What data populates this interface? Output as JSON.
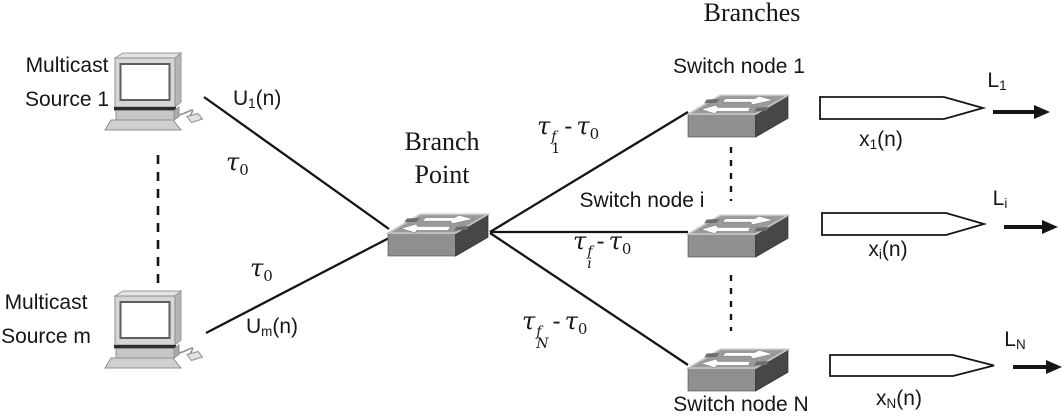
{
  "title": "Branches",
  "colors": {
    "line": "#151515",
    "fill_white": "#ffffff",
    "switch_gray": "#9a9a9a",
    "switch_dark": "#4a4a4a",
    "pc_gray": "#d6d6d6"
  },
  "sources": [
    {
      "name_line1": "Multicast",
      "name_line2": "Source 1",
      "signal": {
        "pre": "U",
        "sub": "1",
        "post": "(n)"
      },
      "delay": {
        "tau": "τ",
        "sub": "0"
      }
    },
    {
      "name_line1": "Multicast",
      "name_line2": "Source m",
      "signal": {
        "pre": "U",
        "sub": "m",
        "post": "(n)"
      },
      "delay": {
        "tau": "τ",
        "sub": "0"
      }
    }
  ],
  "branch_point": {
    "name_line1": "Branch",
    "name_line2": "Point"
  },
  "branches": [
    {
      "node": "Switch node 1",
      "delay": {
        "tau": "τ",
        "sup": "f",
        "sub": "1",
        "minus": "-",
        "tau2": "τ",
        "sub2": "0"
      },
      "queue": {
        "pre": "x",
        "sub": "1",
        "post": "(n)"
      },
      "rate": {
        "pre": "L",
        "sub": "1"
      }
    },
    {
      "node": "Switch node i",
      "delay": {
        "tau": "τ",
        "sup": "f",
        "sub": "i",
        "minus": "-",
        "tau2": "τ",
        "sub2": "0"
      },
      "queue": {
        "pre": "x",
        "sub": "i",
        "post": "(n)"
      },
      "rate": {
        "pre": "L",
        "sub": "i"
      }
    },
    {
      "node": "Switch node N",
      "delay": {
        "tau": "τ",
        "sup": "f",
        "sub": "N",
        "minus": "-",
        "tau2": "τ",
        "sub2": "0"
      },
      "queue": {
        "pre": "x",
        "sub": "N",
        "post": "(n)"
      },
      "rate": {
        "pre": "L",
        "sub": "N"
      }
    }
  ]
}
